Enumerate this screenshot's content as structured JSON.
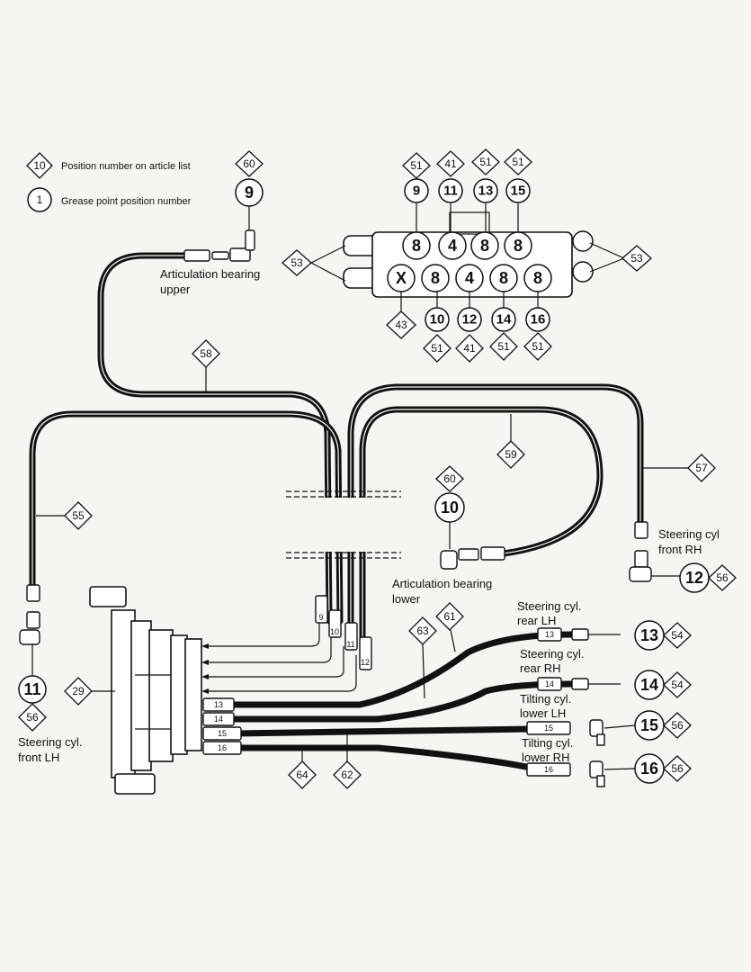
{
  "legend": {
    "position_symbol": "10",
    "position_text": "Position number on article list",
    "grease_symbol": "1",
    "grease_text": "Grease point position number"
  },
  "labels": {
    "art_upper_1": "Articulation bearing",
    "art_upper_2": "upper",
    "art_lower_1": "Articulation bearing",
    "art_lower_2": "lower",
    "steer_front_rh_1": "Steering cyl",
    "steer_front_rh_2": "front RH",
    "steer_front_lh_1": "Steering cyl.",
    "steer_front_lh_2": "front LH",
    "steer_rear_lh_1": "Steering cyl.",
    "steer_rear_lh_2": "rear LH",
    "steer_rear_rh_1": "Steering cyl.",
    "steer_rear_rh_2": "rear RH",
    "tilt_lower_lh_1": "Tilting cyl.",
    "tilt_lower_lh_2": "lower LH",
    "tilt_lower_rh_1": "Tilting cyl.",
    "tilt_lower_rh_2": "lower RH"
  },
  "distributor": {
    "top_row": [
      "8",
      "4",
      "8",
      "8"
    ],
    "bottom_row": [
      "X",
      "8",
      "4",
      "8",
      "8"
    ]
  },
  "grease_points": {
    "gp9": "9",
    "gp10": "10",
    "gp11": "11",
    "gp12": "12",
    "gp13": "13",
    "gp14": "14",
    "gp15": "15",
    "gp16": "16",
    "d9": "9",
    "d11": "11",
    "d13": "13",
    "d15": "15",
    "d10": "10",
    "d12": "12",
    "d14": "14",
    "d16": "16"
  },
  "positions": {
    "p60a": "60",
    "p60b": "60",
    "p51a": "51",
    "p41a": "41",
    "p51b": "51",
    "p51c": "51",
    "p53a": "53",
    "p53b": "53",
    "p43": "43",
    "p51d": "51",
    "p41b": "41",
    "p51e": "51",
    "p51f": "51",
    "p58": "58",
    "p59": "59",
    "p57": "57",
    "p55": "55",
    "p56a": "56",
    "p56b": "56",
    "p56c": "56",
    "p56d": "56",
    "p54a": "54",
    "p54b": "54",
    "p29": "29",
    "p61": "61",
    "p63": "63",
    "p62": "62",
    "p64": "64"
  },
  "hose_tags": {
    "t13": "13",
    "t14": "14",
    "t15": "15",
    "t16": "16",
    "e13": "13",
    "e14": "14",
    "e15": "15",
    "e16": "16",
    "v9": "9",
    "v10": "10",
    "v11": "11",
    "v12": "12"
  }
}
